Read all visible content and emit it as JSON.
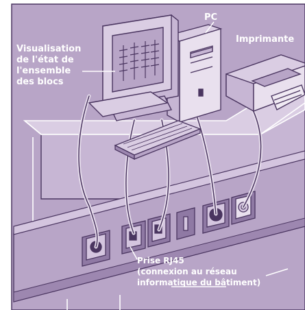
{
  "labels": {
    "pc": "PC",
    "printer": "Imprimante",
    "visualisation": "Visualisation\nde l'état de\nl'ensemble\ndes blocs",
    "rj45": "Prise RJ45\n(connexion au réseau\ninformatique du bâtiment)"
  },
  "colors": {
    "background": "#b8a5c7",
    "surface": "#dacde3",
    "surface_light": "#e9e0ee",
    "outline": "#4a3560",
    "shadow": "#9d87b0",
    "panel": "#a18bb5",
    "label_text": "#ffffff"
  }
}
